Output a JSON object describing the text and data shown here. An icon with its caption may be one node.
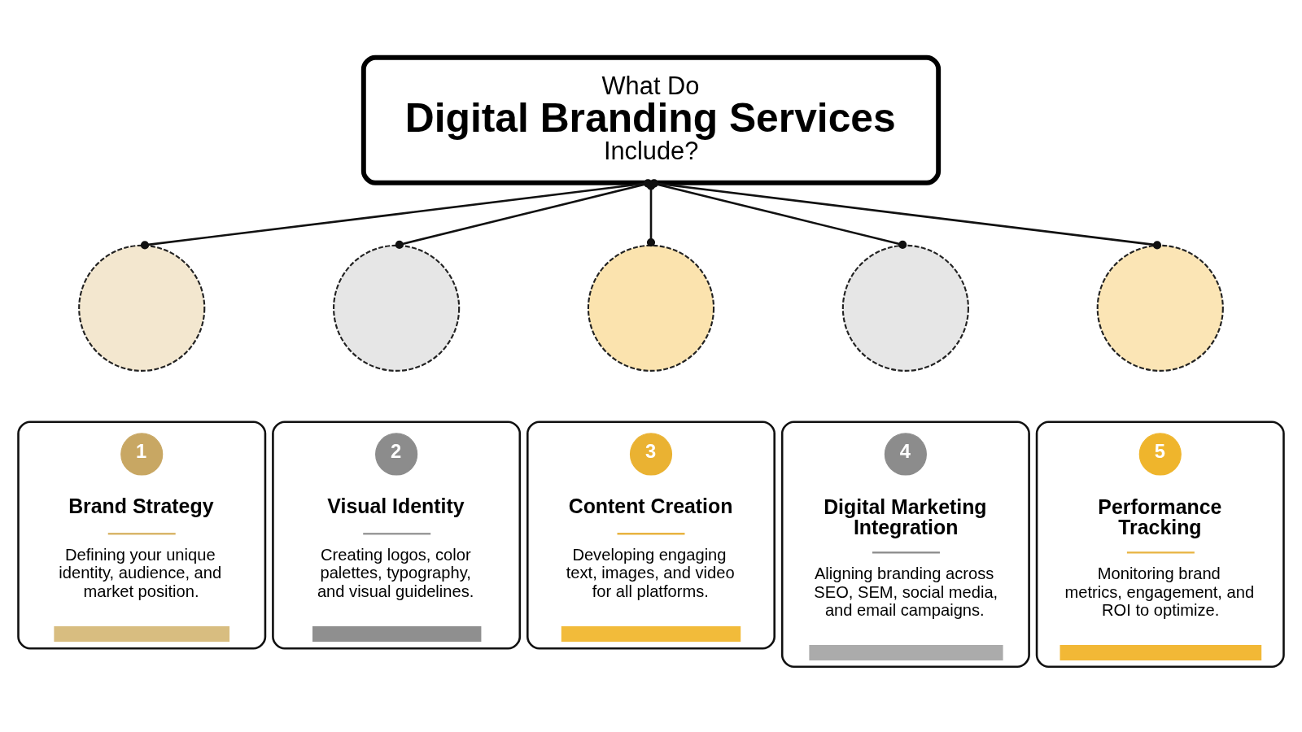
{
  "diagram": {
    "nodes": [
      {
        "text": [
          "What Do",
          "Digital Branding Services",
          "Include?"
        ]
      },
      {
        "text": [],
        "shape": "circle"
      },
      {
        "text": [
          "Brand Strategy",
          "Defining your unique identity, audience, and market position."
        ]
      },
      {
        "text": [
          "1"
        ],
        "in": 2
      },
      {
        "text": [],
        "shape": "circle"
      },
      {
        "text": [
          "Visual Identity",
          "Creating logos, color palettes, typography, and visual guidelines."
        ]
      },
      {
        "text": [
          "2"
        ],
        "in": 5
      },
      {
        "text": [],
        "shape": "circle"
      },
      {
        "text": [
          "Content Creation",
          "Developing engaging text, images, and video for all platforms."
        ]
      },
      {
        "text": [
          "3"
        ],
        "in": 8
      },
      {
        "text": [],
        "shape": "circle"
      },
      {
        "text": [
          "Digital Marketing Integration",
          "Aligning branding across SEO, SEM, social media, and email campaigns."
        ]
      },
      {
        "text": [
          "4"
        ],
        "in": 11
      },
      {
        "text": [],
        "shape": "circle"
      },
      {
        "text": [
          "Performance Tracking",
          "Monitoring brand metrics, engagement, and ROI to optimize."
        ]
      },
      {
        "text": [
          "5"
        ],
        "in": 14
      }
    ],
    "edges": [
      {
        "from": 0,
        "to": 1,
        "arrow": "other"
      },
      {
        "from": 0,
        "to": 4,
        "arrow": "other"
      },
      {
        "from": 0,
        "to": 7,
        "arrow": "other"
      },
      {
        "from": 0,
        "to": 10,
        "arrow": "other"
      },
      {
        "from": 0,
        "to": 13,
        "arrow": "other"
      }
    ]
  }
}
